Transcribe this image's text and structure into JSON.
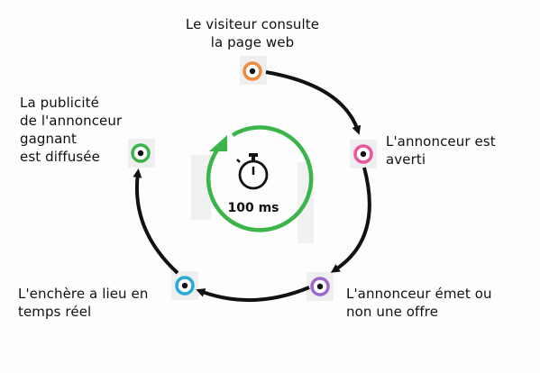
{
  "diagram": {
    "steps": [
      {
        "id": "visitor",
        "label": "Le visiteur consulte\nla page web",
        "color": "#f08a3c"
      },
      {
        "id": "advertiser-notified",
        "label": "L'annonceur est\naverti",
        "color": "#e8579a"
      },
      {
        "id": "bid",
        "label": "L'annonceur émet ou\nnon une offre",
        "color": "#9b6ac8"
      },
      {
        "id": "auction",
        "label": "L'enchère a lieu en\ntemps réel",
        "color": "#29a9d6"
      },
      {
        "id": "ad-shown",
        "label": "La publicité\nde l'annonceur\ngagnant\nest diffusée",
        "color": "#3bb54a"
      }
    ],
    "timer": {
      "label": "100 ms",
      "icon": "stopwatch-icon",
      "ring_color": "#3bb54a"
    },
    "arrow_color": "#111111"
  }
}
